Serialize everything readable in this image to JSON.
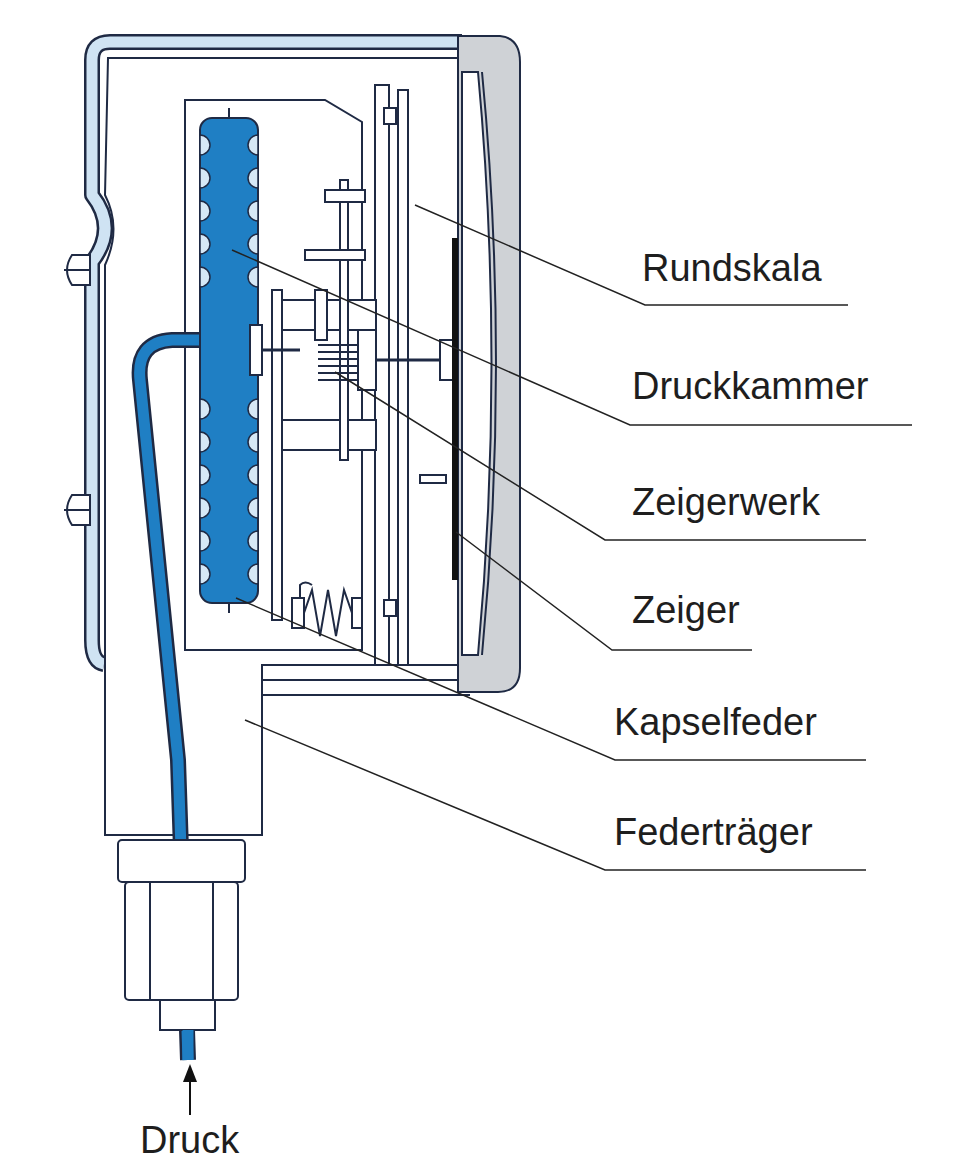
{
  "diagram": {
    "labels": [
      "Rundskala",
      "Druckkammer",
      "Zeigerwerk",
      "Zeiger",
      "Kapselfeder",
      "Federträger",
      "Druck"
    ]
  }
}
